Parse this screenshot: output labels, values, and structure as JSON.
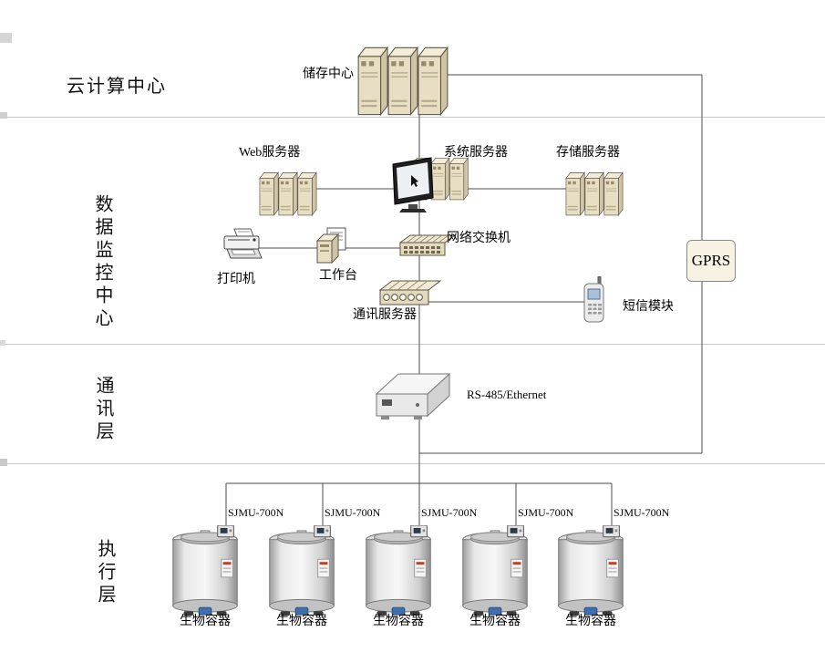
{
  "layers": {
    "cloud": "云计算中心",
    "data_center": "数据监控中心",
    "comm": "通讯层",
    "exec": "执行层"
  },
  "nodes": {
    "storage_center": "储存中心",
    "web_server": "Web服务器",
    "system_server": "系统服务器",
    "storage_server": "存储服务器",
    "network_switch": "网络交换机",
    "printer": "打印机",
    "workstation": "工作台",
    "comm_server": "通讯服务器",
    "sms_module": "短信模块",
    "gprs": "GPRS",
    "rs485": "RS-485/Ethernet"
  },
  "tanks": [
    {
      "model": "SJMU-700N",
      "label": "生物容器"
    },
    {
      "model": "SJMU-700N",
      "label": "生物容器"
    },
    {
      "model": "SJMU-700N",
      "label": "生物容器"
    },
    {
      "model": "SJMU-700N",
      "label": "生物容器"
    },
    {
      "model": "SJMU-700N",
      "label": "生物容器"
    }
  ],
  "colors": {
    "device_beige": "#e7dec3",
    "gprs_bg": "#f7f2e2",
    "connection_line": "#4d4d4d",
    "phone_screen": "#a9c0dc",
    "tank_pedal_blue": "#3f6fae"
  }
}
